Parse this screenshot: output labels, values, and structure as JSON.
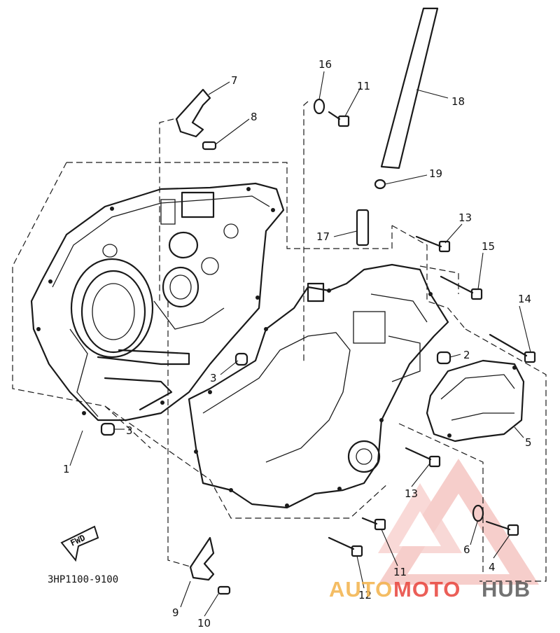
{
  "diagram": {
    "code": "3HP1100-9100",
    "fwd_label": "FWD",
    "callouts": [
      {
        "id": "c1",
        "text": "1"
      },
      {
        "id": "c2",
        "text": "2"
      },
      {
        "id": "c3a",
        "text": "3"
      },
      {
        "id": "c3b",
        "text": "3"
      },
      {
        "id": "c4",
        "text": "4"
      },
      {
        "id": "c5",
        "text": "5"
      },
      {
        "id": "c6",
        "text": "6"
      },
      {
        "id": "c7",
        "text": "7"
      },
      {
        "id": "c8",
        "text": "8"
      },
      {
        "id": "c9",
        "text": "9"
      },
      {
        "id": "c10",
        "text": "10"
      },
      {
        "id": "c11a",
        "text": "11"
      },
      {
        "id": "c11b",
        "text": "11"
      },
      {
        "id": "c12",
        "text": "12"
      },
      {
        "id": "c13a",
        "text": "13"
      },
      {
        "id": "c13b",
        "text": "13"
      },
      {
        "id": "c14",
        "text": "14"
      },
      {
        "id": "c15",
        "text": "15"
      },
      {
        "id": "c16",
        "text": "16"
      },
      {
        "id": "c17",
        "text": "17"
      },
      {
        "id": "c18",
        "text": "18"
      },
      {
        "id": "c19",
        "text": "19"
      }
    ]
  },
  "watermark": {
    "text_auto": "AUTO",
    "text_moto": "MOTO",
    "text_hub": "HUB",
    "color_primary": "#e8443c",
    "color_secondary": "#f3b24a",
    "color_dark": "#5a5a5a"
  }
}
